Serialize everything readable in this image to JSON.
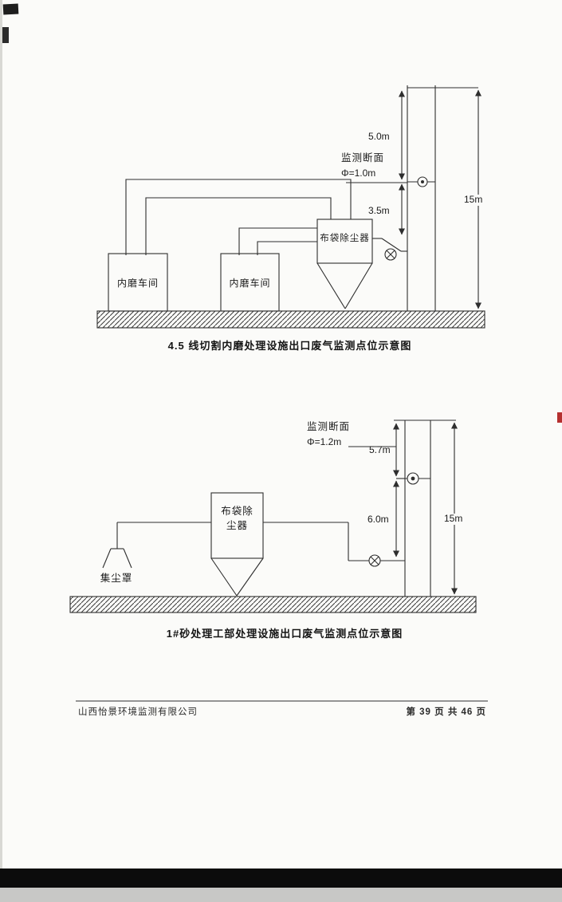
{
  "footer": {
    "company": "山西怡景环境监测有限公司",
    "page_number": "第 39 页 共 46 页"
  },
  "diagram1": {
    "caption": "4.5 线切割内磨处理设施出口废气监测点位示意图",
    "dim_top": "5.0m",
    "dim_mid": "3.5m",
    "stack_height": "15m",
    "section_label_line1": "监测断面",
    "section_label_line2": "Φ=1.0m",
    "workshop1_label": "内磨车间",
    "workshop2_label": "内磨车间",
    "dust_collector_label": "布袋除尘器"
  },
  "diagram2": {
    "caption": "1#砂处理工部处理设施出口废气监测点位示意图",
    "dim_top": "5.7m",
    "dim_mid": "6.0m",
    "stack_height": "15m",
    "section_label_line1": "监测断面",
    "section_label_line2": "Φ=1.2m",
    "dust_collector_line1": "布袋除",
    "dust_collector_line2": "尘器",
    "hood_label": "集尘罩"
  }
}
